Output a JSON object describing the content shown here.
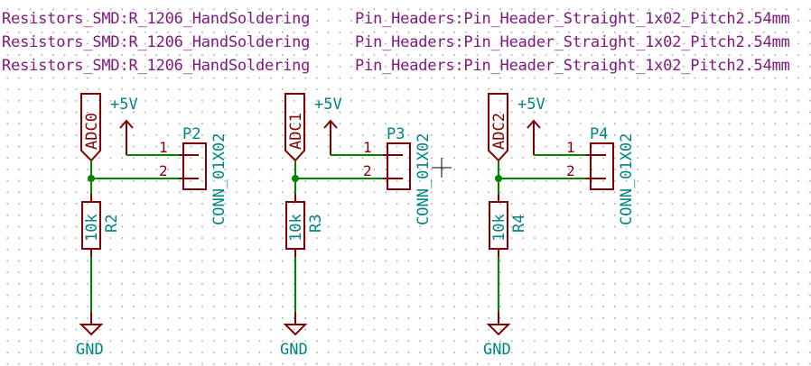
{
  "footprint_lines": [
    {
      "resistor_fp": "Resistors_SMD:R_1206_HandSoldering",
      "header_fp": "Pin_Headers:Pin_Header_Straight_1x02_Pitch2.54mm"
    },
    {
      "resistor_fp": "Resistors_SMD:R_1206_HandSoldering",
      "header_fp": "Pin_Headers:Pin_Header_Straight_1x02_Pitch2.54mm"
    },
    {
      "resistor_fp": "Resistors_SMD:R_1206_HandSoldering",
      "header_fp": "Pin_Headers:Pin_Header_Straight_1x02_Pitch2.54mm"
    }
  ],
  "channels": [
    {
      "adc_label": "ADC0",
      "power_label": "+5V",
      "connector_ref": "P2",
      "connector_value": "CONN_01X02",
      "pin1": "1",
      "pin2": "2",
      "resistor_value": "10k",
      "resistor_ref": "R2",
      "ground_label": "GND"
    },
    {
      "adc_label": "ADC1",
      "power_label": "+5V",
      "connector_ref": "P3",
      "connector_value": "CONN_01X02",
      "pin1": "1",
      "pin2": "2",
      "resistor_value": "10k",
      "resistor_ref": "R3",
      "ground_label": "GND"
    },
    {
      "adc_label": "ADC2",
      "power_label": "+5V",
      "connector_ref": "P4",
      "connector_value": "CONN_01X02",
      "pin1": "1",
      "pin2": "2",
      "resistor_value": "10k",
      "resistor_ref": "R4",
      "ground_label": "GND"
    }
  ],
  "colors": {
    "wire": "#008400",
    "component": "#840000",
    "field_text": "#008484",
    "footprint_text": "#7f187f",
    "grid_dot": "#b4b4b4"
  }
}
